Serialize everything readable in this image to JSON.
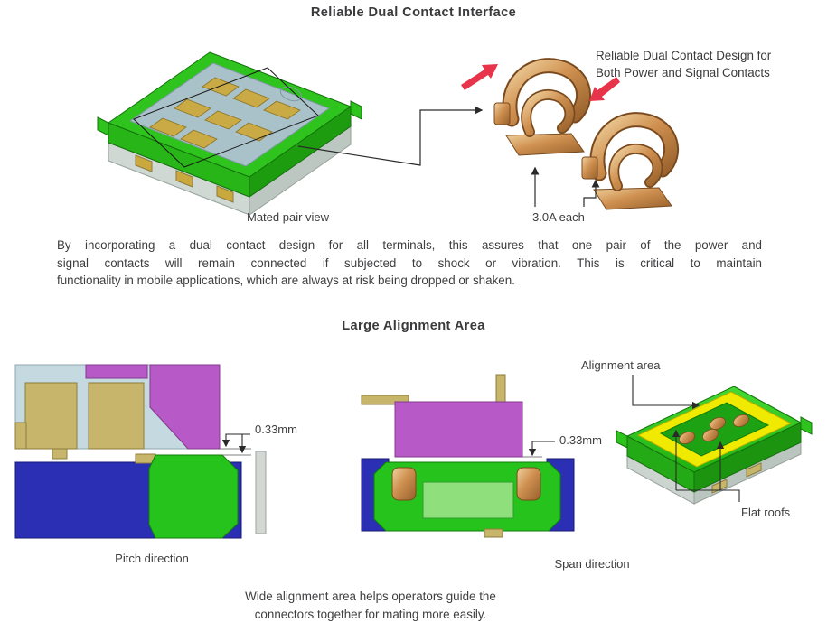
{
  "section_dual_contact": {
    "title": "Reliable Dual Contact Interface",
    "design_callout_line1": "Reliable Dual Contact Design for",
    "design_callout_line2": "Both Power and Signal Contacts",
    "mated_pair_caption": "Mated pair view",
    "current_rating_caption": "3.0A each",
    "body_lines": [
      "By incorporating a dual contact design for all terminals, this assures that one pair of the power and",
      "signal contacts will remain connected if subjected to shock or vibration. This is critical to maintain",
      "functionality in mobile applications, which are always at risk being dropped or shaken."
    ]
  },
  "section_alignment": {
    "title": "Large Alignment Area",
    "alignment_area_label": "Alignment area",
    "flat_roofs_label": "Flat roofs",
    "pitch_caption": "Pitch direction",
    "span_caption": "Span direction",
    "pitch_gap_dimension": "0.33mm",
    "span_gap_dimension": "0.33mm",
    "footer_line1": "Wide alignment area helps operators guide the",
    "footer_line2": "connectors together for mating more easily."
  },
  "colors": {
    "connector_green": "#2ec41d",
    "contact_copper": "#cf9050",
    "housing_purple": "#b75ac7",
    "housing_blue": "#2b2fb4",
    "alignment_yellow": "#f0ea00",
    "terminal_tan": "#c6b56a",
    "insulator_gray_blue": "#c4d9e0",
    "arrow_red": "#e8344a",
    "text": "#3e3e40"
  }
}
